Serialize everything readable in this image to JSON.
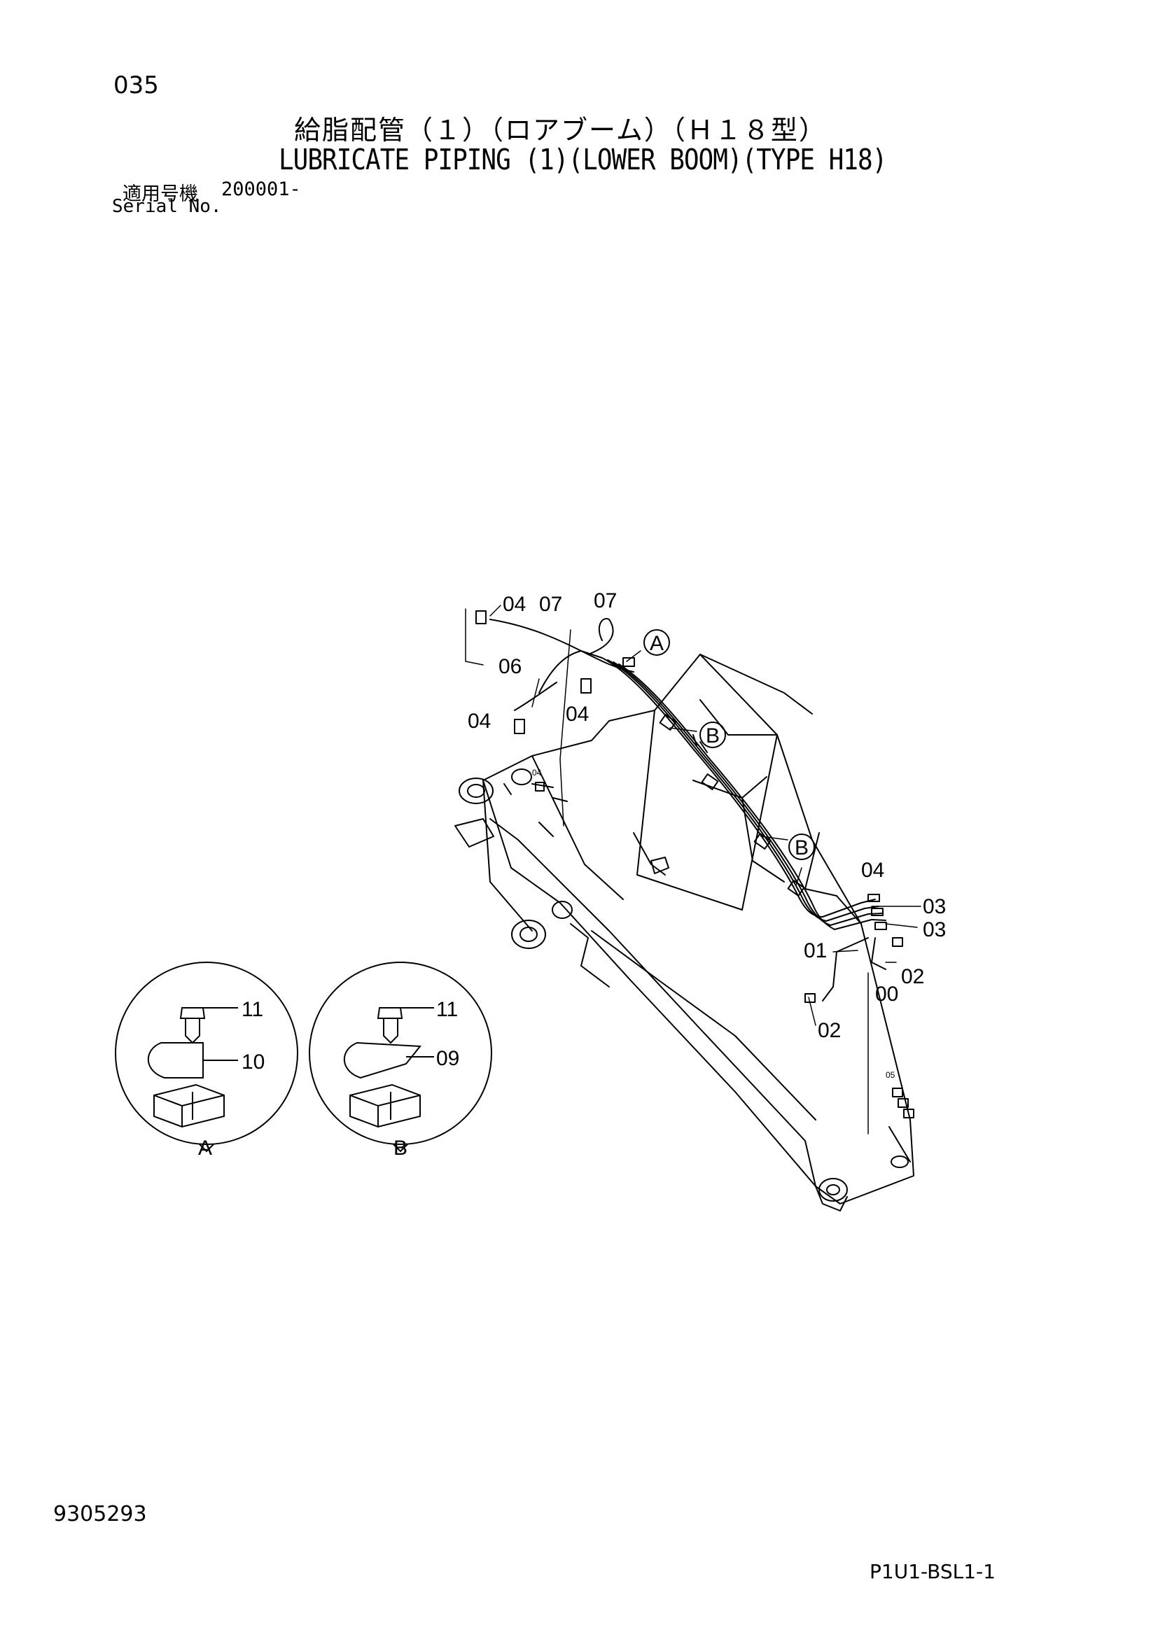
{
  "header": {
    "page_number": "035",
    "title_jp": "給脂配管（１）（ロアブーム）（Ｈ１８型）",
    "title_en": "LUBRICATE PIPING (1)(LOWER BOOM)(TYPE H18)",
    "serial_label_jp": "適用号機",
    "serial_value": "200001-",
    "serial_label_en": "Serial No."
  },
  "footer": {
    "document_number": "9305293",
    "page_code": "P1U1-BSL1-1"
  },
  "diagram": {
    "callouts": {
      "c04_top": "04",
      "c07_a": "07",
      "c07_b": "07",
      "c06": "06",
      "c04_left": "04",
      "c04_mid": "04",
      "c04_small": "04",
      "c04_right": "04",
      "c03_a": "03",
      "c03_b": "03",
      "c01": "01",
      "c02_a": "02",
      "c00": "00",
      "c02_b": "02",
      "c05": "05"
    },
    "view_marks": {
      "a": "A",
      "b1": "B",
      "b2": "B"
    },
    "detail_a": {
      "label": "A",
      "c11": "11",
      "c10": "10"
    },
    "detail_b": {
      "label": "B",
      "c11": "11",
      "c09": "09"
    }
  }
}
